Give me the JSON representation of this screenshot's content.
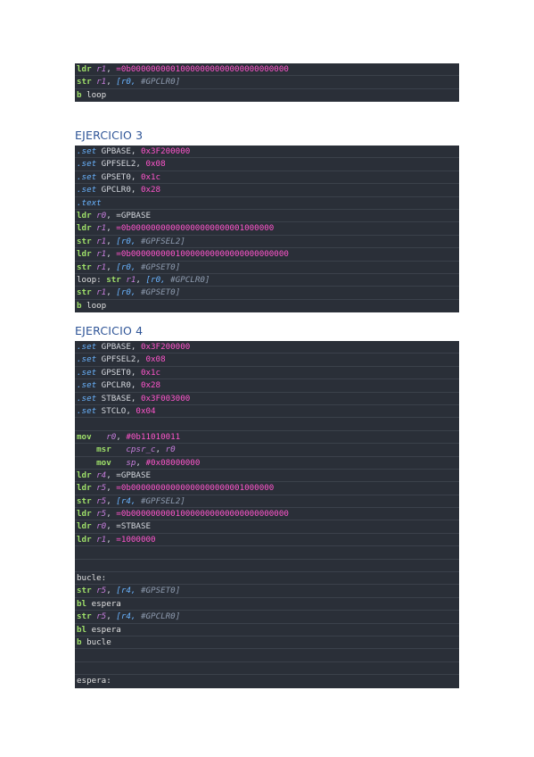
{
  "headings": {
    "ex3": "EJERCICIO 3",
    "ex4": "EJERCICIO 4"
  },
  "block1": [
    [
      [
        "kw",
        "ldr "
      ],
      [
        "reg",
        "r1"
      ],
      [
        "text",
        ", "
      ],
      [
        "num",
        "=0b00000000010000000000000000000000"
      ]
    ],
    [
      [
        "kw",
        "str "
      ],
      [
        "reg",
        "r1"
      ],
      [
        "text",
        ", "
      ],
      [
        "dir",
        "[r0, "
      ],
      [
        "comment",
        "#GPCLR0]"
      ]
    ],
    [
      [
        "kw",
        "b "
      ],
      [
        "label",
        "loop"
      ]
    ]
  ],
  "block2": [
    [
      [
        "dir",
        ".set "
      ],
      [
        "text",
        "GPBASE, "
      ],
      [
        "num",
        "0x3F200000"
      ]
    ],
    [
      [
        "dir",
        ".set "
      ],
      [
        "text",
        "GPFSEL2, "
      ],
      [
        "num",
        "0x08"
      ]
    ],
    [
      [
        "dir",
        ".set "
      ],
      [
        "text",
        "GPSET0, "
      ],
      [
        "num",
        "0x1c"
      ]
    ],
    [
      [
        "dir",
        ".set "
      ],
      [
        "text",
        "GPCLR0, "
      ],
      [
        "num",
        "0x28"
      ]
    ],
    [
      [
        "dir",
        ".text"
      ]
    ],
    [
      [
        "kw",
        "ldr "
      ],
      [
        "reg",
        "r0"
      ],
      [
        "text",
        ", =GPBASE"
      ]
    ],
    [
      [
        "kw",
        "ldr "
      ],
      [
        "reg",
        "r1"
      ],
      [
        "text",
        ", "
      ],
      [
        "num",
        "=0b00000000000000000000001000000"
      ]
    ],
    [
      [
        "kw",
        "str "
      ],
      [
        "reg",
        "r1"
      ],
      [
        "text",
        ", "
      ],
      [
        "dir",
        "[r0, "
      ],
      [
        "comment",
        "#GPFSEL2]"
      ]
    ],
    [
      [
        "kw",
        "ldr "
      ],
      [
        "reg",
        "r1"
      ],
      [
        "text",
        ", "
      ],
      [
        "num",
        "=0b00000000010000000000000000000000"
      ]
    ],
    [
      [
        "kw",
        "str "
      ],
      [
        "reg",
        "r1"
      ],
      [
        "text",
        ", "
      ],
      [
        "dir",
        "[r0, "
      ],
      [
        "comment",
        "#GPSET0]"
      ]
    ],
    [
      [
        "label",
        "loop: "
      ],
      [
        "kw",
        "str "
      ],
      [
        "reg",
        "r1"
      ],
      [
        "text",
        ", "
      ],
      [
        "dir",
        "[r0, "
      ],
      [
        "comment",
        "#GPCLR0]"
      ]
    ],
    [
      [
        "kw",
        "str "
      ],
      [
        "reg",
        "r1"
      ],
      [
        "text",
        ", "
      ],
      [
        "dir",
        "[r0, "
      ],
      [
        "comment",
        "#GPSET0]"
      ]
    ],
    [
      [
        "kw",
        "b "
      ],
      [
        "label",
        "loop"
      ]
    ]
  ],
  "block3": [
    [
      [
        "dir",
        ".set "
      ],
      [
        "text",
        "GPBASE, "
      ],
      [
        "num",
        "0x3F200000"
      ]
    ],
    [
      [
        "dir",
        ".set "
      ],
      [
        "text",
        "GPFSEL2, "
      ],
      [
        "num",
        "0x08"
      ]
    ],
    [
      [
        "dir",
        ".set "
      ],
      [
        "text",
        "GPSET0, "
      ],
      [
        "num",
        "0x1c"
      ]
    ],
    [
      [
        "dir",
        ".set "
      ],
      [
        "text",
        "GPCLR0, "
      ],
      [
        "num",
        "0x28"
      ]
    ],
    [
      [
        "dir",
        ".set "
      ],
      [
        "text",
        "STBASE, "
      ],
      [
        "num",
        "0x3F003000"
      ]
    ],
    [
      [
        "dir",
        ".set "
      ],
      [
        "text",
        "STCLO, "
      ],
      [
        "num",
        "0x04"
      ]
    ],
    [],
    [
      [
        "kw",
        "mov   "
      ],
      [
        "reg",
        "r0"
      ],
      [
        "text",
        ", "
      ],
      [
        "num",
        "#0b11010011"
      ]
    ],
    [
      [
        "text",
        "    "
      ],
      [
        "kw",
        "msr   "
      ],
      [
        "reg",
        "cpsr_c"
      ],
      [
        "text",
        ", "
      ],
      [
        "reg",
        "r0"
      ]
    ],
    [
      [
        "text",
        "    "
      ],
      [
        "kw",
        "mov   "
      ],
      [
        "reg",
        "sp"
      ],
      [
        "text",
        ", "
      ],
      [
        "num",
        "#0x08000000"
      ]
    ],
    [
      [
        "kw",
        "ldr "
      ],
      [
        "reg",
        "r4"
      ],
      [
        "text",
        ", =GPBASE"
      ]
    ],
    [
      [
        "kw",
        "ldr "
      ],
      [
        "reg",
        "r5"
      ],
      [
        "text",
        ", "
      ],
      [
        "num",
        "=0b00000000000000000000001000000"
      ]
    ],
    [
      [
        "kw",
        "str "
      ],
      [
        "reg",
        "r5"
      ],
      [
        "text",
        ", "
      ],
      [
        "dir",
        "[r4, "
      ],
      [
        "comment",
        "#GPFSEL2]"
      ]
    ],
    [
      [
        "kw",
        "ldr "
      ],
      [
        "reg",
        "r5"
      ],
      [
        "text",
        ", "
      ],
      [
        "num",
        "=0b00000000010000000000000000000000"
      ]
    ],
    [
      [
        "kw",
        "ldr "
      ],
      [
        "reg",
        "r0"
      ],
      [
        "text",
        ", =STBASE"
      ]
    ],
    [
      [
        "kw",
        "ldr "
      ],
      [
        "reg",
        "r1"
      ],
      [
        "text",
        ", "
      ],
      [
        "num",
        "=1000000"
      ]
    ],
    [],
    [],
    [
      [
        "label",
        "bucle:"
      ]
    ],
    [
      [
        "kw",
        "str "
      ],
      [
        "reg",
        "r5"
      ],
      [
        "text",
        ", "
      ],
      [
        "dir",
        "[r4, "
      ],
      [
        "comment",
        "#GPSET0]"
      ]
    ],
    [
      [
        "kw",
        "bl "
      ],
      [
        "label",
        "espera"
      ]
    ],
    [
      [
        "kw",
        "str "
      ],
      [
        "reg",
        "r5"
      ],
      [
        "text",
        ", "
      ],
      [
        "dir",
        "[r4, "
      ],
      [
        "comment",
        "#GPCLR0]"
      ]
    ],
    [
      [
        "kw",
        "bl "
      ],
      [
        "label",
        "espera"
      ]
    ],
    [
      [
        "kw",
        "b "
      ],
      [
        "label",
        "bucle"
      ]
    ],
    [],
    [],
    [
      [
        "label",
        "espera:"
      ]
    ]
  ]
}
